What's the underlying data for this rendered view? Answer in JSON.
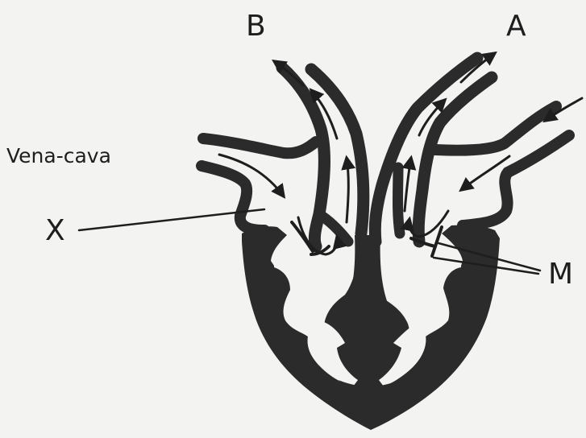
{
  "labels": {
    "top_left": "B",
    "top_right": "A",
    "vena_cava": "Vena-cava",
    "x": "X",
    "m": "M"
  },
  "colors": {
    "tissue": "#2b2b2b",
    "ink": "#1e1e1e",
    "paper": "#f3f3f1"
  }
}
